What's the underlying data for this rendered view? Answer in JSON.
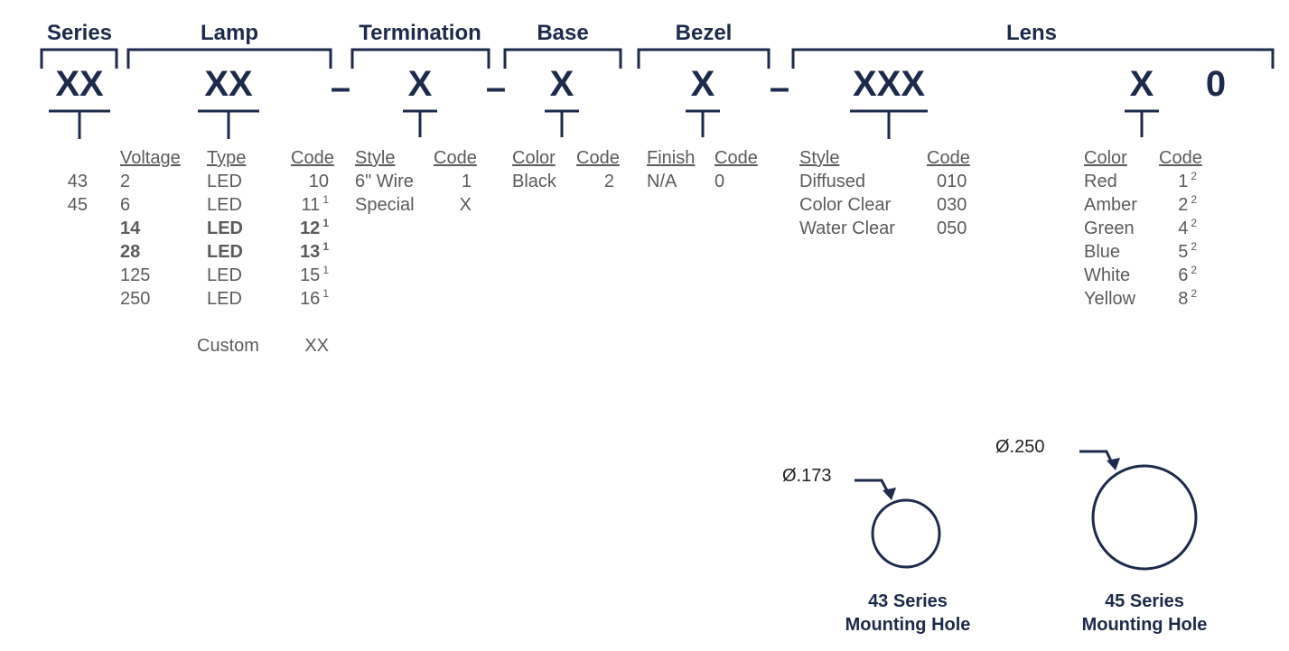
{
  "headers": {
    "series": "Series",
    "lamp": "Lamp",
    "termination": "Termination",
    "base": "Base",
    "bezel": "Bezel",
    "lens": "Lens"
  },
  "codes": {
    "series": "XX",
    "lamp": "XX",
    "termination": "X",
    "base": "X",
    "bezel": "X",
    "lens": "XXX",
    "lens_color": "X",
    "suffix": "0"
  },
  "dashes": {
    "d1": "–",
    "d2": "–",
    "d3": "–"
  },
  "series_values": [
    "43",
    "45"
  ],
  "lamp": {
    "col_voltage": "Voltage",
    "col_type": "Type",
    "col_code": "Code",
    "rows": [
      {
        "voltage": "2",
        "type": "LED",
        "code": "10",
        "note": ""
      },
      {
        "voltage": "6",
        "type": "LED",
        "code": "11",
        "note": "1"
      },
      {
        "voltage": "14",
        "type": "LED",
        "code": "12",
        "note": "1"
      },
      {
        "voltage": "28",
        "type": "LED",
        "code": "13",
        "note": "1"
      },
      {
        "voltage": "125",
        "type": "LED",
        "code": "15",
        "note": "1"
      },
      {
        "voltage": "250",
        "type": "LED",
        "code": "16",
        "note": "1"
      }
    ],
    "custom_label": "Custom",
    "custom_code": "XX"
  },
  "termination": {
    "col_style": "Style",
    "col_code": "Code",
    "rows": [
      {
        "style": "6\" Wire",
        "code": "1"
      },
      {
        "style": "Special",
        "code": "X"
      }
    ]
  },
  "base": {
    "col_color": "Color",
    "col_code": "Code",
    "rows": [
      {
        "color": "Black",
        "code": "2"
      }
    ]
  },
  "bezel": {
    "col_finish": "Finish",
    "col_code": "Code",
    "rows": [
      {
        "finish": "N/A",
        "code": "0"
      }
    ]
  },
  "lens": {
    "col_style": "Style",
    "col_code": "Code",
    "rows": [
      {
        "style": "Diffused",
        "code": "010"
      },
      {
        "style": "Color Clear",
        "code": "030"
      },
      {
        "style": "Water Clear",
        "code": "050"
      }
    ]
  },
  "lens_color": {
    "col_color": "Color",
    "col_code": "Code",
    "rows": [
      {
        "color": "Red",
        "code": "1",
        "note": "2"
      },
      {
        "color": "Amber",
        "code": "2",
        "note": "2"
      },
      {
        "color": "Green",
        "code": "4",
        "note": "2"
      },
      {
        "color": "Blue",
        "code": "5",
        "note": "2"
      },
      {
        "color": "White",
        "code": "6",
        "note": "2"
      },
      {
        "color": "Yellow",
        "code": "8",
        "note": "2"
      }
    ]
  },
  "mounting": {
    "hole43": {
      "dim": "Ø.173",
      "label_line1": "43 Series",
      "label_line2": "Mounting Hole"
    },
    "hole45": {
      "dim": "Ø.250",
      "label_line1": "45 Series",
      "label_line2": "Mounting Hole"
    }
  },
  "colors": {
    "navy": "#1d2a4b",
    "text": "#5b5b5b"
  }
}
